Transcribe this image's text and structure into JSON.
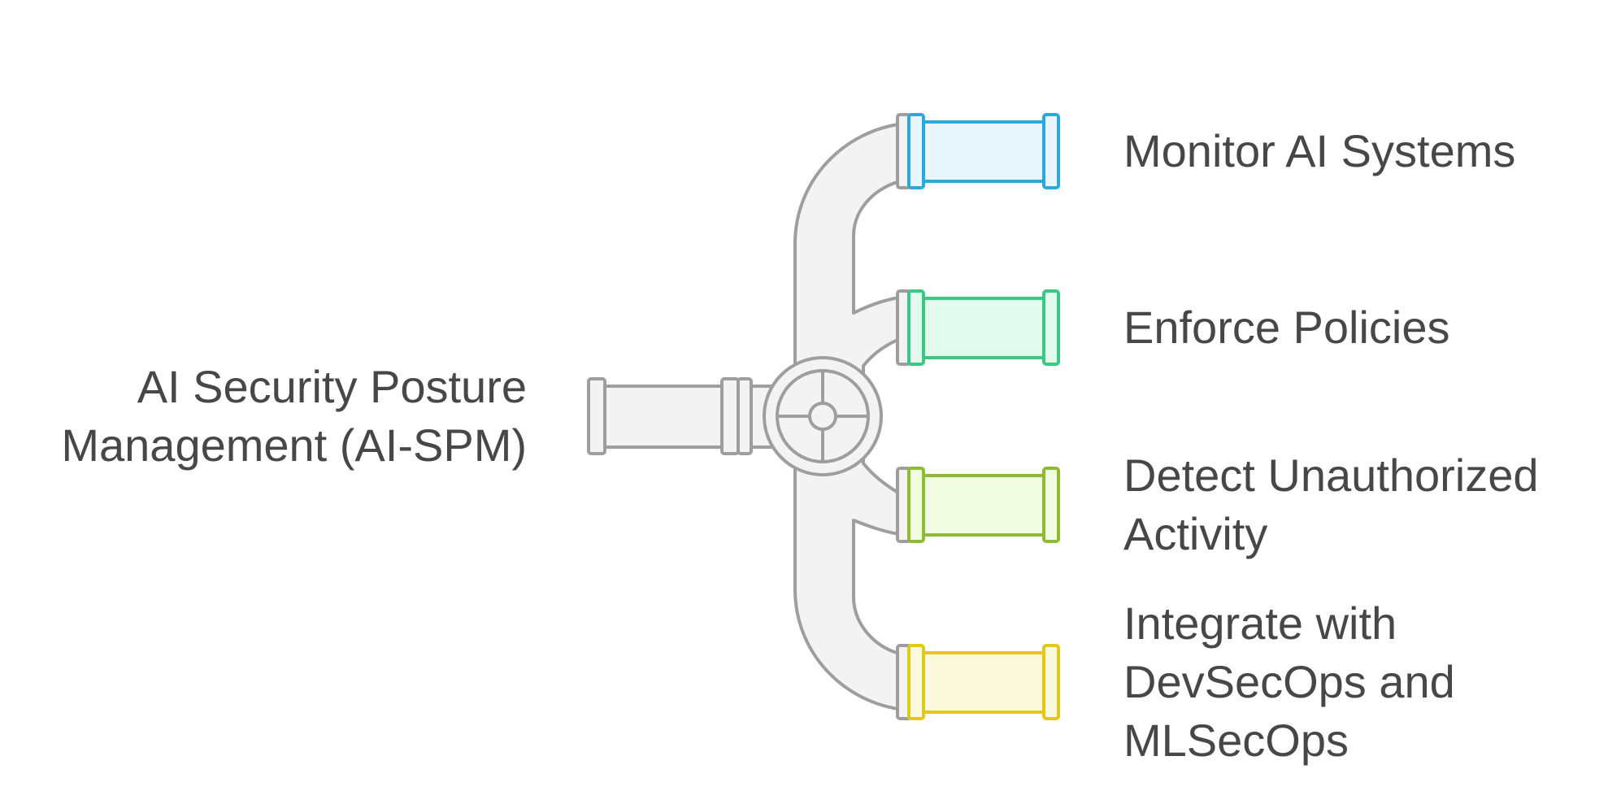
{
  "source": {
    "lines": [
      "AI Security Posture",
      "Management (AI-SPM)"
    ]
  },
  "branches": [
    {
      "lines": [
        "Monitor AI Systems"
      ],
      "stroke": "#2AA9DA",
      "fill": "#E8F7FC"
    },
    {
      "lines": [
        "Enforce Policies"
      ],
      "stroke": "#3CC785",
      "fill": "#E3FBEE"
    },
    {
      "lines": [
        "Detect Unauthorized",
        "Activity"
      ],
      "stroke": "#8DBB35",
      "fill": "#F1FCE0"
    },
    {
      "lines": [
        "Integrate with",
        "DevSecOps and",
        "MLSecOps"
      ],
      "stroke": "#E2C919",
      "fill": "#FDF9DC"
    }
  ],
  "pipe_colors": {
    "stroke": "#9E9E9E",
    "fill": "#F3F3F3"
  }
}
